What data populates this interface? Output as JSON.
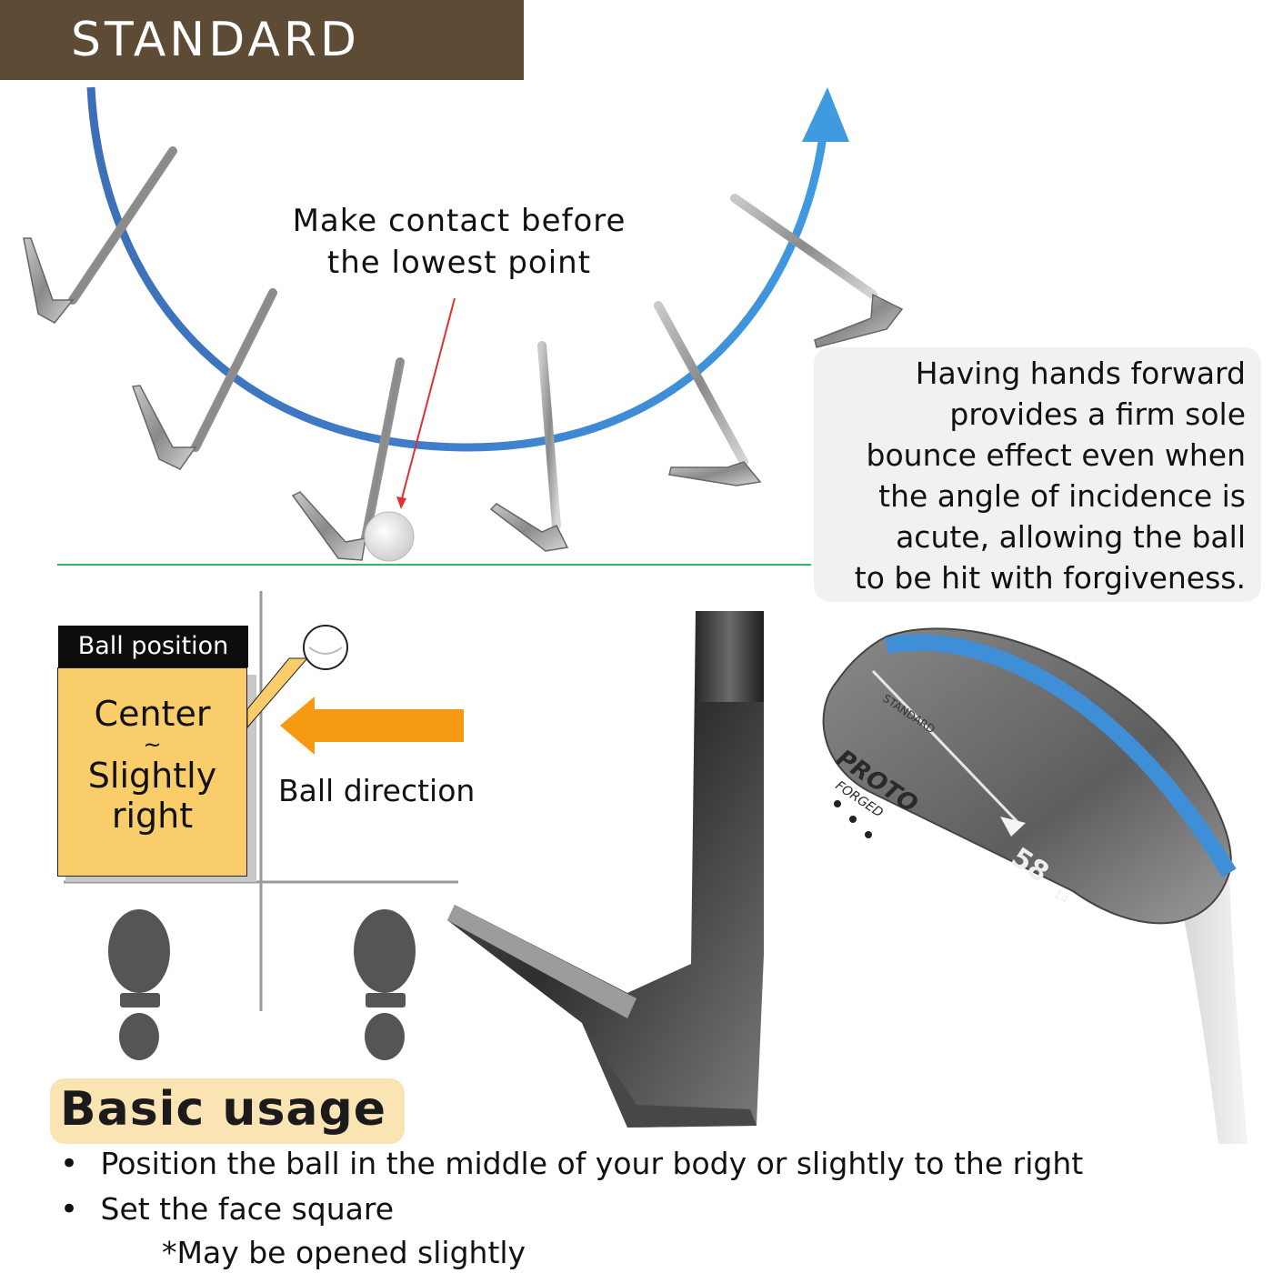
{
  "banner": {
    "title": "STANDARD"
  },
  "swing": {
    "caption_line1": "Make contact before",
    "caption_line2": "the lowest point"
  },
  "hands_forward": {
    "lines": [
      "Having hands forward",
      "provides a firm sole",
      "bounce effect even when",
      "the angle of incidence is",
      "acute, allowing the ball",
      "to be hit with forgiveness."
    ]
  },
  "ball_position": {
    "tag": "Ball position",
    "line1": "Center",
    "line2": "~",
    "line3": "Slightly",
    "line4": "right",
    "direction_label": "Ball direction"
  },
  "club_head": {
    "brand": "PROTO",
    "forged": "FORGED",
    "model": "STANDARD",
    "loft": "58",
    "bounce": "14"
  },
  "basic_usage": {
    "title": "Basic usage",
    "items": [
      "Position the ball in the  middle of your body or slightly to the right",
      "Set the face square"
    ],
    "note": "*May be opened slightly"
  },
  "colors": {
    "banner": "#5e4b35",
    "arc": "#3f8fd8",
    "ball_box": "#f8cd6a",
    "arrow": "#f79a13",
    "ground": "#35b56b",
    "pill": "#fbe4b4"
  }
}
